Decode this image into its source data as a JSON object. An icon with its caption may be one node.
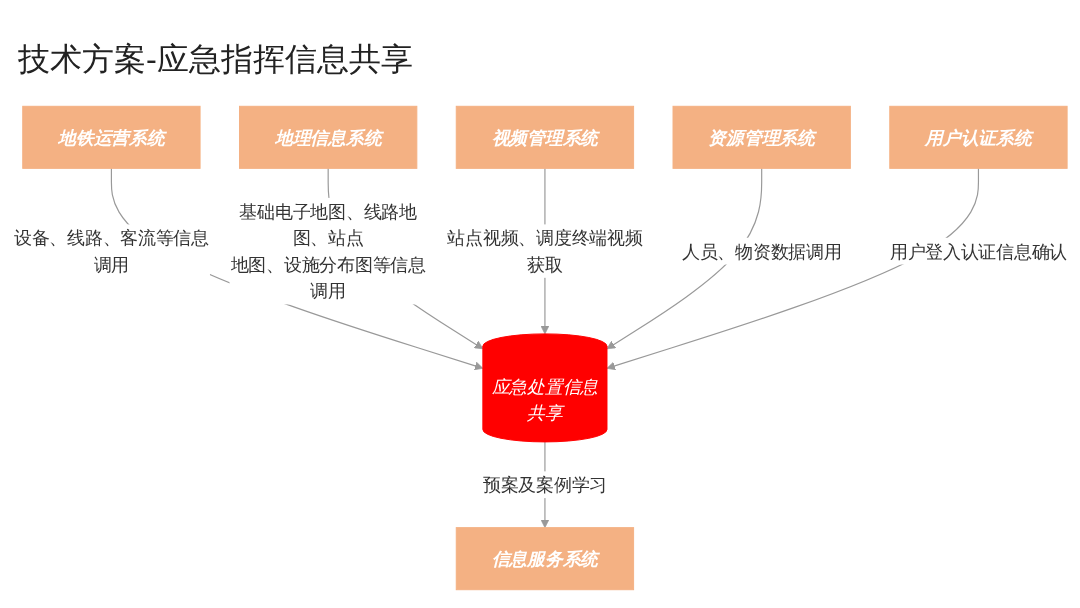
{
  "diagram": {
    "title": "技术方案-应急指挥信息共享",
    "nodes": [
      {
        "text": [
          "地铁运营系统"
        ]
      },
      {
        "text": [
          "地理信息系统"
        ]
      },
      {
        "text": [
          "视频管理系统"
        ]
      },
      {
        "text": [
          "应急处置信息共享"
        ]
      },
      {
        "text": [
          "资源管理系统"
        ]
      },
      {
        "text": [
          "信息服务系统"
        ]
      },
      {
        "text": [
          "用户认证系统"
        ]
      }
    ],
    "edges": [
      {
        "from": 0,
        "to": 3,
        "arrow": "to",
        "label": "设备、线路、客流等信息调用"
      },
      {
        "from": 1,
        "to": 3,
        "arrow": "to",
        "label": "基础电子地图、线路地图、站点地图、设施分布图等信息调用"
      },
      {
        "from": 2,
        "to": 3,
        "arrow": "to",
        "label": "站点视频、调度终端视频获取"
      },
      {
        "from": 4,
        "to": 3,
        "arrow": "to",
        "label": "人员、物资数据调用"
      },
      {
        "from": 3,
        "to": 5,
        "arrow": "to",
        "label": "预案及案例学习"
      },
      {
        "from": 6,
        "to": 3,
        "arrow": "to",
        "label": "用户登入认证信息确认"
      }
    ]
  }
}
